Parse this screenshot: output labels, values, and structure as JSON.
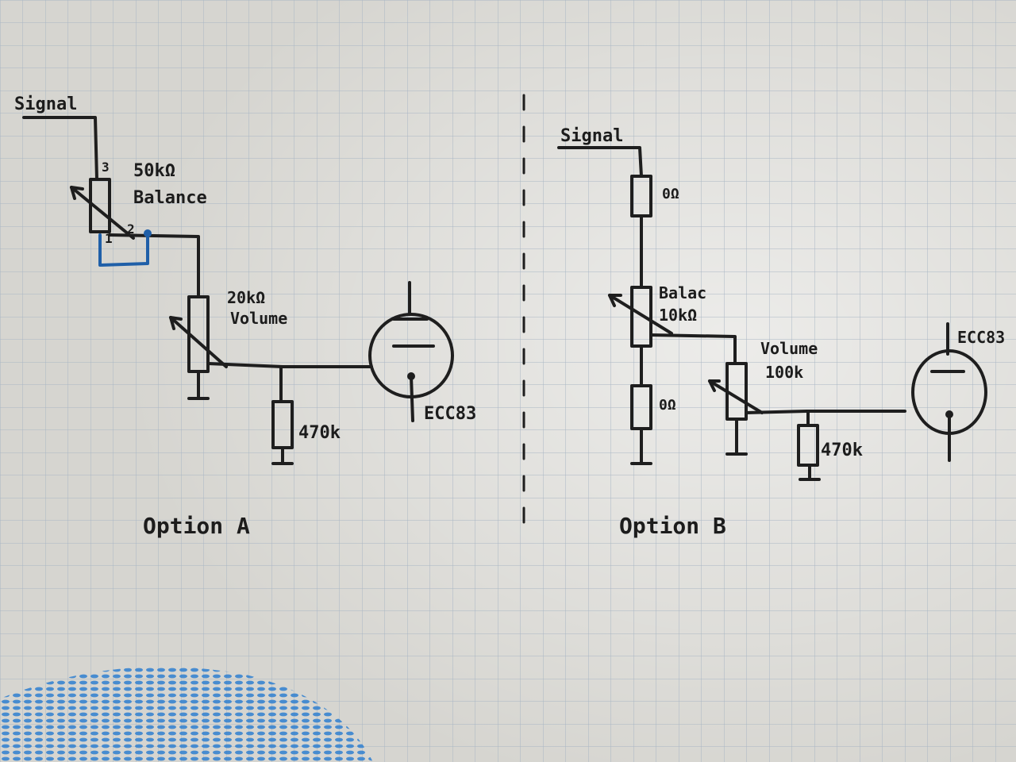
{
  "colors": {
    "paper": "#dedddb",
    "grid": "#a9b6c4",
    "ink": "#1e1e1e",
    "blue_ink": "#1f5fa8",
    "pattern": "#2f7fd0"
  },
  "option_a": {
    "signal_label": "Signal",
    "pin_3": "3",
    "pin_1": "1",
    "pin_2": "2",
    "balance_value": "50kΩ",
    "balance_name": "Balance",
    "volume_value": "20kΩ",
    "volume_name": "Volume",
    "resistor_value": "470k",
    "tube_label": "ECC83",
    "caption": "Option A"
  },
  "option_b": {
    "signal_label": "Signal",
    "top_resistor": "0Ω",
    "balance_name": "Balac",
    "balance_value": "10kΩ",
    "bottom_resistor": "0Ω",
    "volume_name": "Volume",
    "volume_value": "100k",
    "resistor_value": "470k",
    "tube_label": "ECC83",
    "caption": "Option B"
  }
}
